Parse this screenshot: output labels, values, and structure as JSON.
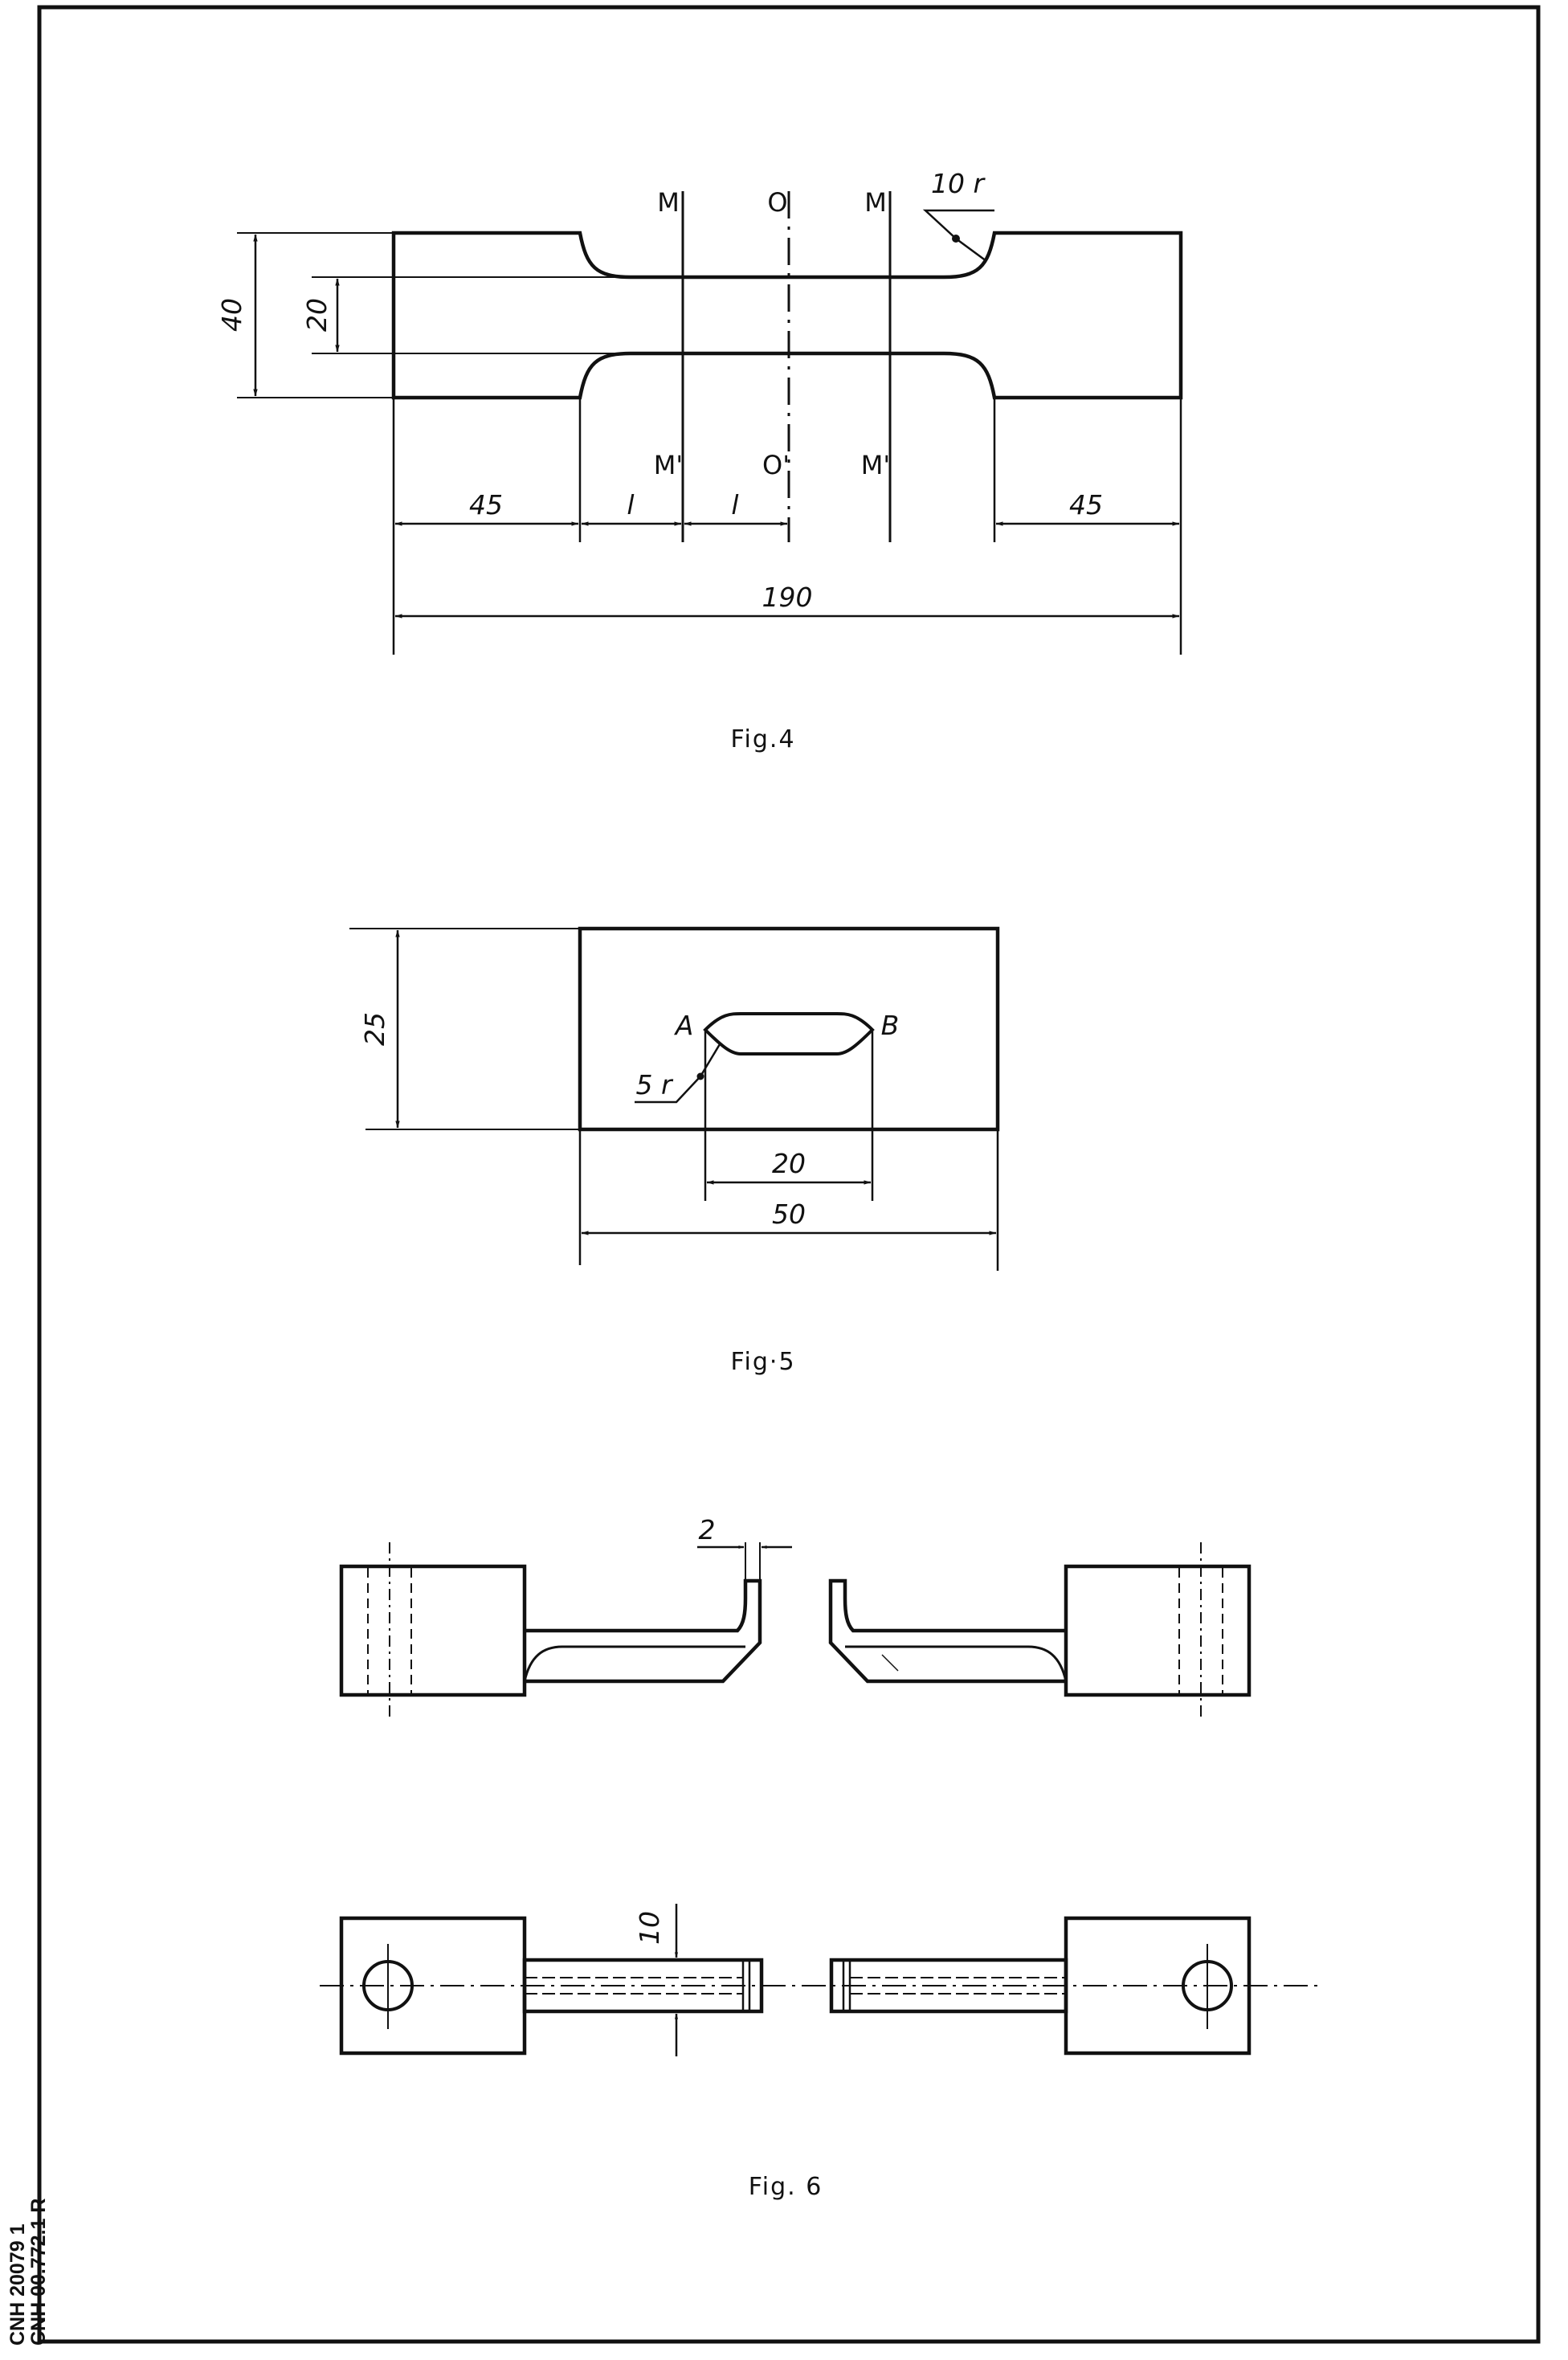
{
  "figures": {
    "fig4": {
      "caption": "Fig.4",
      "section_labels": [
        "M",
        "O",
        "M",
        "M'",
        "O'",
        "M'"
      ],
      "radius_label": "10 r",
      "dimensions": {
        "height_outer": "40",
        "height_inner": "20",
        "left_end": "45",
        "gauge_left": "l",
        "gauge_right": "l",
        "right_end": "45",
        "total_length": "190"
      }
    },
    "fig5": {
      "caption": "Fig·5",
      "point_a": "A",
      "point_b": "B",
      "radius_label": "5 r",
      "dimensions": {
        "height": "25",
        "notch_width": "20",
        "width": "50"
      }
    },
    "fig6": {
      "caption": "Fig. 6",
      "dimensions": {
        "gap": "2",
        "shank": "10"
      }
    }
  },
  "side_reference": {
    "line1": "CNH 20079 1",
    "line2": "CNH 00.772.1 R"
  }
}
